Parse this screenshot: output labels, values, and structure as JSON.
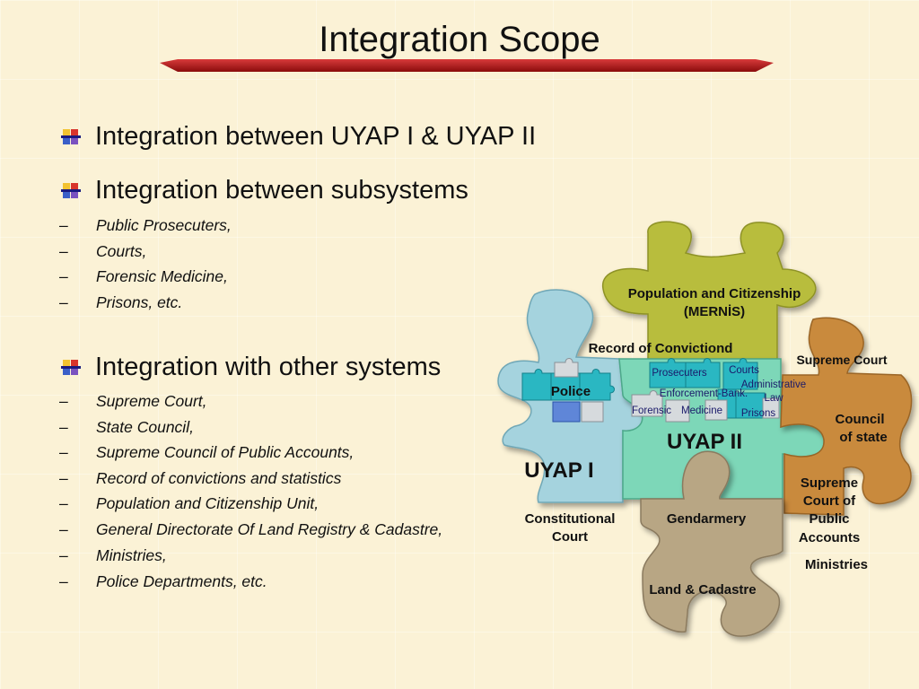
{
  "title": "Integration Scope",
  "bullets": [
    {
      "text": "Integration between UYAP I & UYAP II",
      "subs": []
    },
    {
      "text": "Integration between subsystems",
      "subs": [
        "Public Prosecuters,",
        "Courts,",
        "Forensic Medicine,",
        "Prisons, etc."
      ]
    },
    {
      "text": "Integration with other systems",
      "subs": [
        "Supreme Court,",
        "State Council,",
        "Supreme Council of Public Accounts,",
        "Record of convictions and statistics",
        "Population and Citizenship Unit,",
        "General Directorate Of Land Registry & Cadastre,",
        "Ministries,",
        "Police Departments, etc."
      ]
    }
  ],
  "dash": "–",
  "diagram": {
    "mernis_line1": "Population and Citizenship",
    "mernis_line2": "(MERNİS)",
    "record": "Record of Convictiond",
    "supreme_court": "Supreme Court",
    "police": "Police",
    "uyap1": "UYAP I",
    "uyap2": "UYAP II",
    "council_line1": "Council",
    "council_line2": "of state",
    "constitutional_line1": "Constitutional",
    "constitutional_line2": "Court",
    "gendarmery": "Gendarmery",
    "accounts_line1": "Supreme",
    "accounts_line2": "Court of",
    "accounts_line3": "Public",
    "accounts_line4": "Accounts",
    "ministries": "Ministries",
    "land": "Land & Cadastre",
    "prosecuters": "Prosecuters",
    "courts": "Courts",
    "administrative": "Administrative",
    "law": "Law",
    "enforcement": "Enforcement-Bank.",
    "forensic": "Forensic",
    "medicine": "Medicine",
    "prisons": "Prisons"
  },
  "colors": {
    "title_rule": "#b01212",
    "mernis_piece": "#b8bd3c",
    "uyap1_piece": "#a5d3de",
    "uyap2_piece": "#7dd7b8",
    "court_piece": "#c98a3e",
    "gendarmery_piece": "#b8a684",
    "small_piece": "#2ab7c2"
  }
}
